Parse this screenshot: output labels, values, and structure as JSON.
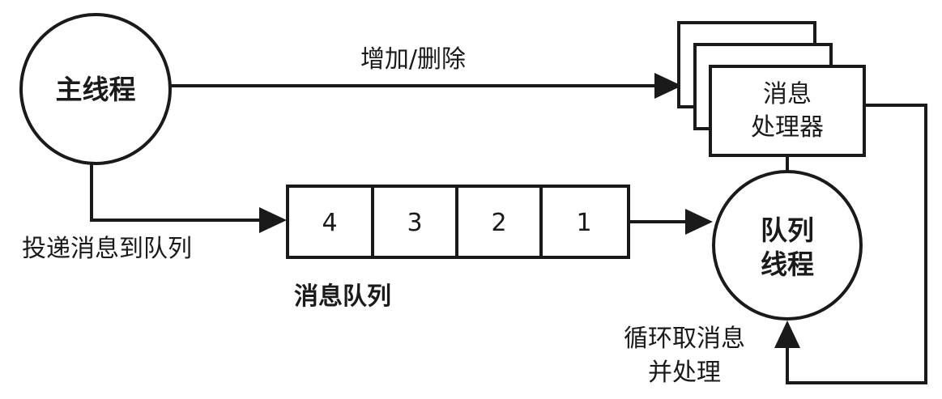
{
  "nodes": {
    "main_thread": "主线程",
    "handler": [
      "消息",
      "处理器"
    ],
    "queue_thread": [
      "队列",
      "线程"
    ]
  },
  "queue": {
    "cells": [
      "4",
      "3",
      "2",
      "1"
    ],
    "caption": "消息队列"
  },
  "edges": {
    "add_remove": "增加/删除",
    "post_message": "投递消息到队列",
    "loop_process": [
      "循环取消息",
      "并处理"
    ]
  }
}
